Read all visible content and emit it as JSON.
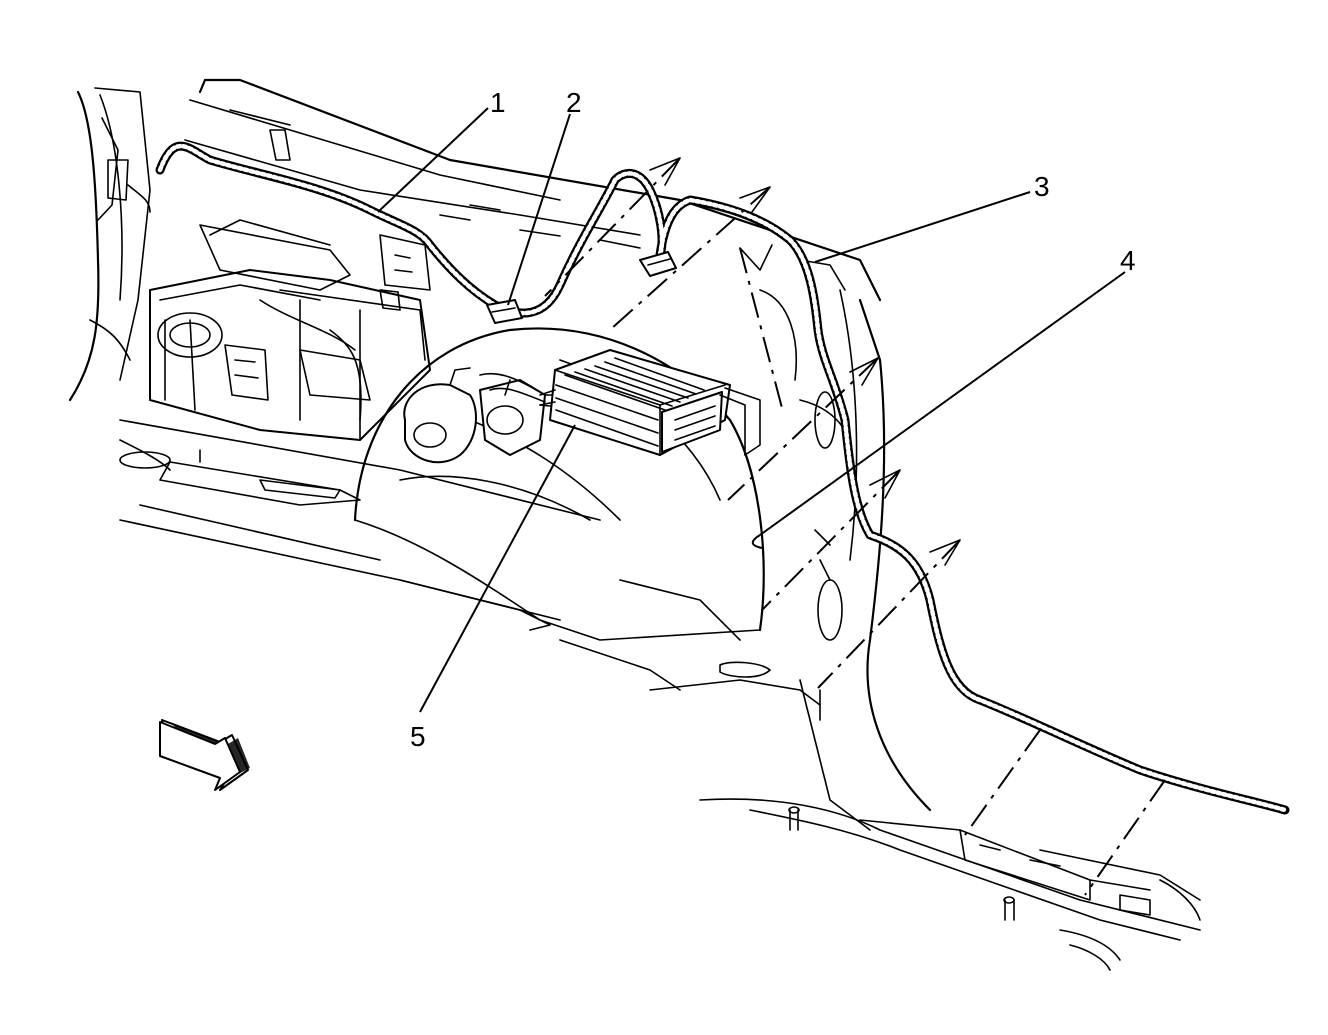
{
  "callouts": [
    {
      "id": "1",
      "label": "1"
    },
    {
      "id": "2",
      "label": "2"
    },
    {
      "id": "3",
      "label": "3"
    },
    {
      "id": "4",
      "label": "4"
    },
    {
      "id": "5",
      "label": "5"
    }
  ],
  "icons": {
    "front_arrow": "front-direction-arrow-icon"
  },
  "colors": {
    "line": "#000000",
    "background": "#ffffff"
  }
}
